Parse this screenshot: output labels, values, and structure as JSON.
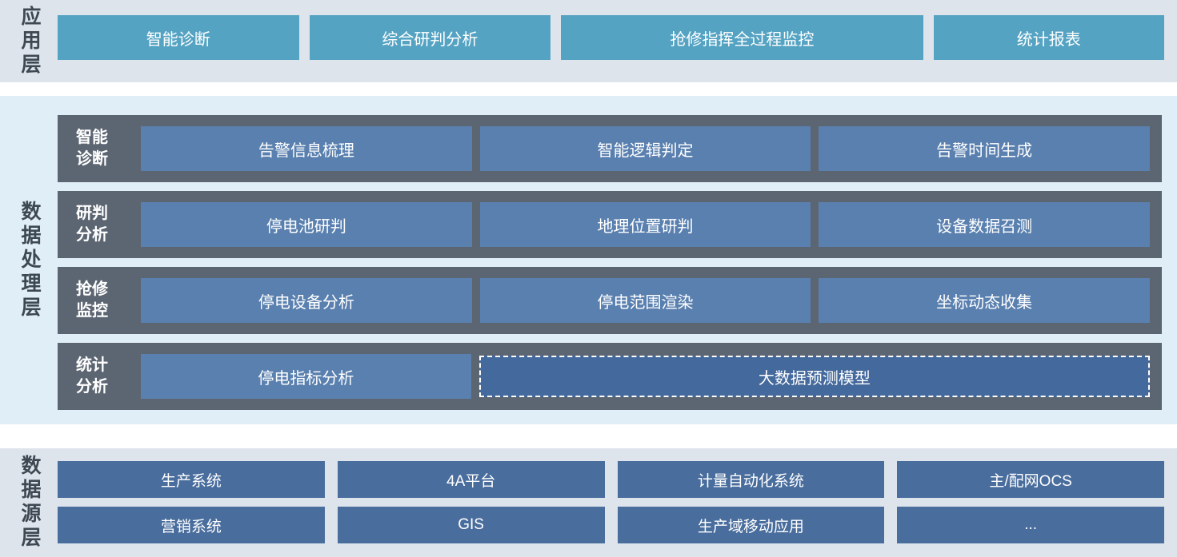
{
  "app_layer": {
    "label": "应用层",
    "buttons": [
      {
        "label": "智能诊断"
      },
      {
        "label": "综合研判分析"
      },
      {
        "label": "抢修指挥全过程监控"
      },
      {
        "label": "统计报表"
      }
    ]
  },
  "process_layer": {
    "label": "数据处理层",
    "rows": [
      {
        "label": "智能\n诊断",
        "boxes": [
          "告警信息梳理",
          "智能逻辑判定",
          "告警时间生成"
        ]
      },
      {
        "label": "研判\n分析",
        "boxes": [
          "停电池研判",
          "地理位置研判",
          "设备数据召测"
        ]
      },
      {
        "label": "抢修\n监控",
        "boxes": [
          "停电设备分析",
          "停电范围渲染",
          "坐标动态收集"
        ]
      },
      {
        "label": "统计\n分析",
        "boxes": [
          "停电指标分析"
        ],
        "dashed_box": "大数据预测模型"
      }
    ]
  },
  "source_layer": {
    "label": "数据源层",
    "rows": [
      {
        "boxes": [
          "生产系统",
          "4A平台",
          "计量自动化系统",
          "主/配网OCS"
        ]
      },
      {
        "boxes": [
          "营销系统",
          "GIS",
          "生产域移动应用",
          "..."
        ]
      }
    ]
  },
  "colors": {
    "app_button": "#55a3c3",
    "process_row_bg": "#5c6572",
    "process_box": "#5a80af",
    "dashed_box_fill": "#44699c",
    "source_box": "#496d9d",
    "band_bg_gray": "#dee4ec",
    "band_bg_blue": "#e0eef7",
    "layer_label_text": "#3d4853",
    "box_text": "#ffffff"
  }
}
